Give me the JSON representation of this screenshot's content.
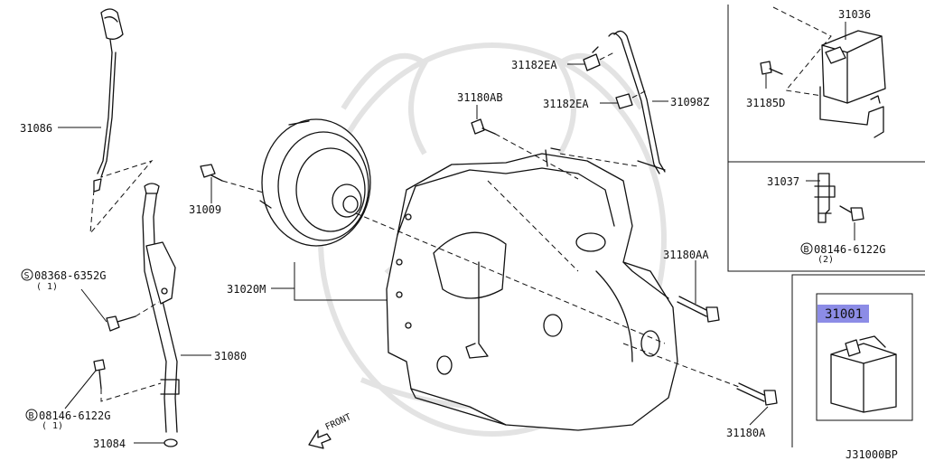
{
  "labels": {
    "p31086": "31086",
    "p31009": "31009",
    "p31020m": "31020M",
    "p08368": "08368-6352G",
    "p08368_qty": "( 1)",
    "p31080": "31080",
    "p08146_left": "08146-6122G",
    "p08146_left_qty": "( 1)",
    "p31084": "31084",
    "p31180ab": "31180AB",
    "p31182ea_top": "31182EA",
    "p31182ea_bottom": "31182EA",
    "p31098z": "31098Z",
    "p31180aa": "31180AA",
    "p31180a": "31180A",
    "p31036": "31036",
    "p31185d": "31185D",
    "p31037": "31037",
    "p08146_right": "08146-6122G",
    "p08146_right_qty": "(2)",
    "p31001": "31001",
    "front": "FRONT",
    "diagram_id": "J31000BP"
  },
  "markers": {
    "screw_symbol": "S",
    "bolt_symbol": "B"
  },
  "colors": {
    "highlight": "#8c8ce6",
    "line": "#111111",
    "watermark": "#e3e3e3"
  }
}
